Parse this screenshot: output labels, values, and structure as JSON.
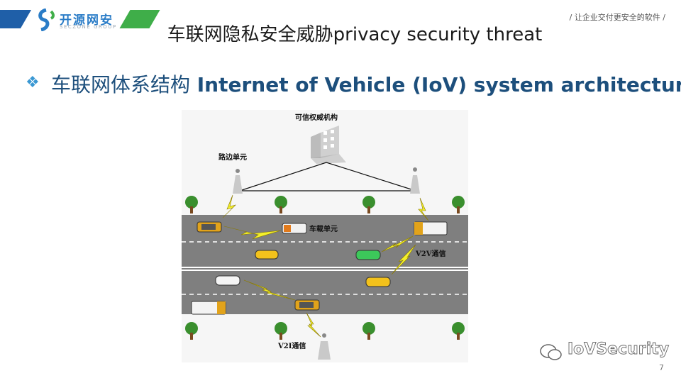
{
  "header": {
    "logo_cn": "开源网安",
    "logo_en": "SECZONE GROUP",
    "title": "车联网隐私安全威胁privacy security threat",
    "slogan": "/ 让企业交付更安全的软件 /"
  },
  "section": {
    "bullet": "❖",
    "heading_cn": "车联网体系结构",
    "heading_en": "Internet of Vehicle (IoV) system architecture"
  },
  "diagram": {
    "authority_label": "可信权威机构",
    "rsu_label": "路边单元",
    "obu_label": "车载单元",
    "v2v_label": "V2V通信",
    "v2i_label": "V2I通信"
  },
  "watermark": {
    "text": "IoVSecurity",
    "icon": "wechat-icon"
  },
  "page_number": "7",
  "colors": {
    "brand_blue": "#1f5fa8",
    "brand_green": "#3fae49",
    "heading": "#1d4f7c",
    "road": "#7f7f7f"
  }
}
